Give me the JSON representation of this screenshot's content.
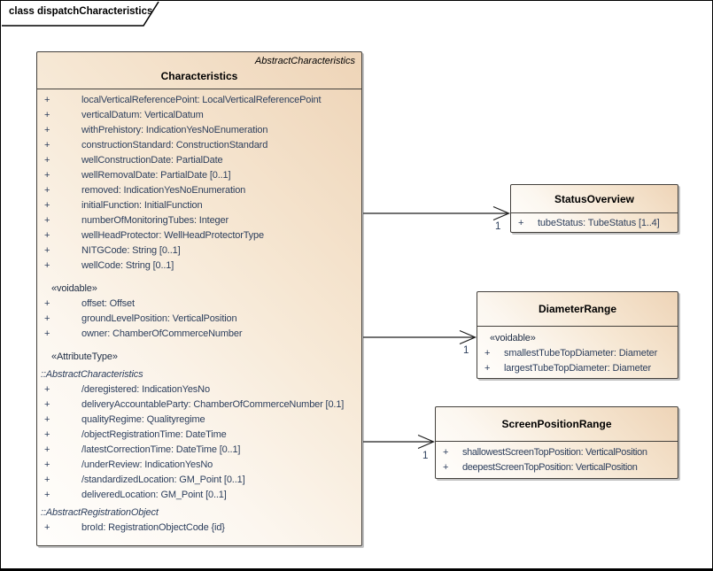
{
  "frame": {
    "title": "class dispatchCharacteristics"
  },
  "colors": {
    "box_fill_top_right": "#eed4b7",
    "box_fill_bottom_left": "#fffefc",
    "box_border": "#43403c",
    "attribute_text": "#2c3e5c",
    "header_text": "#000000",
    "frame_border": "#000000"
  },
  "classes": [
    {
      "id": "characteristics",
      "stereotype_header": "AbstractCharacteristics",
      "name": "Characteristics",
      "rows": [
        {
          "kind": "attr",
          "vis": "+",
          "text": "localVerticalReferencePoint: LocalVerticalReferencePoint"
        },
        {
          "kind": "attr",
          "vis": "+",
          "text": "verticalDatum: VerticalDatum"
        },
        {
          "kind": "attr",
          "vis": "+",
          "text": "withPrehistory: IndicationYesNoEnumeration"
        },
        {
          "kind": "attr",
          "vis": "+",
          "text": "constructionStandard: ConstructionStandard"
        },
        {
          "kind": "attr",
          "vis": "+",
          "text": "wellConstructionDate: PartialDate"
        },
        {
          "kind": "attr",
          "vis": "+",
          "text": "wellRemovalDate: PartialDate [0..1]"
        },
        {
          "kind": "attr",
          "vis": "+",
          "text": "removed: IndicationYesNoEnumeration"
        },
        {
          "kind": "attr",
          "vis": "+",
          "text": "initialFunction: InitialFunction"
        },
        {
          "kind": "attr",
          "vis": "+",
          "text": "numberOfMonitoringTubes: Integer"
        },
        {
          "kind": "attr",
          "vis": "+",
          "text": "wellHeadProtector: WellHeadProtectorType"
        },
        {
          "kind": "attr",
          "vis": "+",
          "text": "NITGCode: String [0..1]"
        },
        {
          "kind": "attr",
          "vis": "+",
          "text": "wellCode: String [0..1]"
        },
        {
          "kind": "stereo",
          "text": "«voidable»"
        },
        {
          "kind": "attr",
          "vis": "+",
          "text": "offset: Offset"
        },
        {
          "kind": "attr",
          "vis": "+",
          "text": "groundLevelPosition: VerticalPosition"
        },
        {
          "kind": "attr",
          "vis": "+",
          "text": "owner: ChamberOfCommerceNumber"
        },
        {
          "kind": "stereo",
          "text": "«AttributeType»"
        },
        {
          "kind": "section",
          "text": "::AbstractCharacteristics"
        },
        {
          "kind": "attr",
          "vis": "+",
          "text": "/deregistered: IndicationYesNo"
        },
        {
          "kind": "attr",
          "vis": "+",
          "text": "deliveryAccountableParty: ChamberOfCommerceNumber [0.1]"
        },
        {
          "kind": "attr",
          "vis": "+",
          "text": "qualityRegime: Qualityregime"
        },
        {
          "kind": "attr",
          "vis": "+",
          "text": "/objectRegistrationTime: DateTime"
        },
        {
          "kind": "attr",
          "vis": "+",
          "text": "/latestCorrectionTime: DateTime [0..1]"
        },
        {
          "kind": "attr",
          "vis": "+",
          "text": "/underReview: IndicationYesNo"
        },
        {
          "kind": "attr",
          "vis": "+",
          "text": "/standardizedLocation: GM_Point [0..1]"
        },
        {
          "kind": "attr",
          "vis": "+",
          "text": "deliveredLocation: GM_Point [0..1]"
        },
        {
          "kind": "section",
          "text": "::AbstractRegistrationObject"
        },
        {
          "kind": "attr",
          "vis": "+",
          "text": "broId: RegistrationObjectCode {id}"
        }
      ]
    },
    {
      "id": "status-overview",
      "name": "StatusOverview",
      "rows": [
        {
          "kind": "attr",
          "vis": "+",
          "text": "tubeStatus: TubeStatus [1..4]"
        }
      ]
    },
    {
      "id": "diameter-range",
      "name": "DiameterRange",
      "rows": [
        {
          "kind": "stereo",
          "text": "«voidable»"
        },
        {
          "kind": "attr",
          "vis": "+",
          "text": "smallestTubeTopDiameter: Diameter"
        },
        {
          "kind": "attr",
          "vis": "+",
          "text": "largestTubeTopDiameter: Diameter"
        }
      ]
    },
    {
      "id": "screen-position-range",
      "name": "ScreenPositionRange",
      "rows": [
        {
          "kind": "attr",
          "vis": "+",
          "text": "shallowestScreenTopPosition: VerticalPosition"
        },
        {
          "kind": "attr",
          "vis": "+",
          "text": "deepestScreenTopPosition: VerticalPosition"
        }
      ]
    }
  ],
  "connectors": [
    {
      "from": "Characteristics",
      "to": "StatusOverview",
      "multiplicity": "1",
      "style": "open-arrow"
    },
    {
      "from": "Characteristics",
      "to": "DiameterRange",
      "multiplicity": "1",
      "style": "open-arrow"
    },
    {
      "from": "Characteristics",
      "to": "ScreenPositionRange",
      "multiplicity": "1",
      "style": "open-arrow"
    }
  ]
}
